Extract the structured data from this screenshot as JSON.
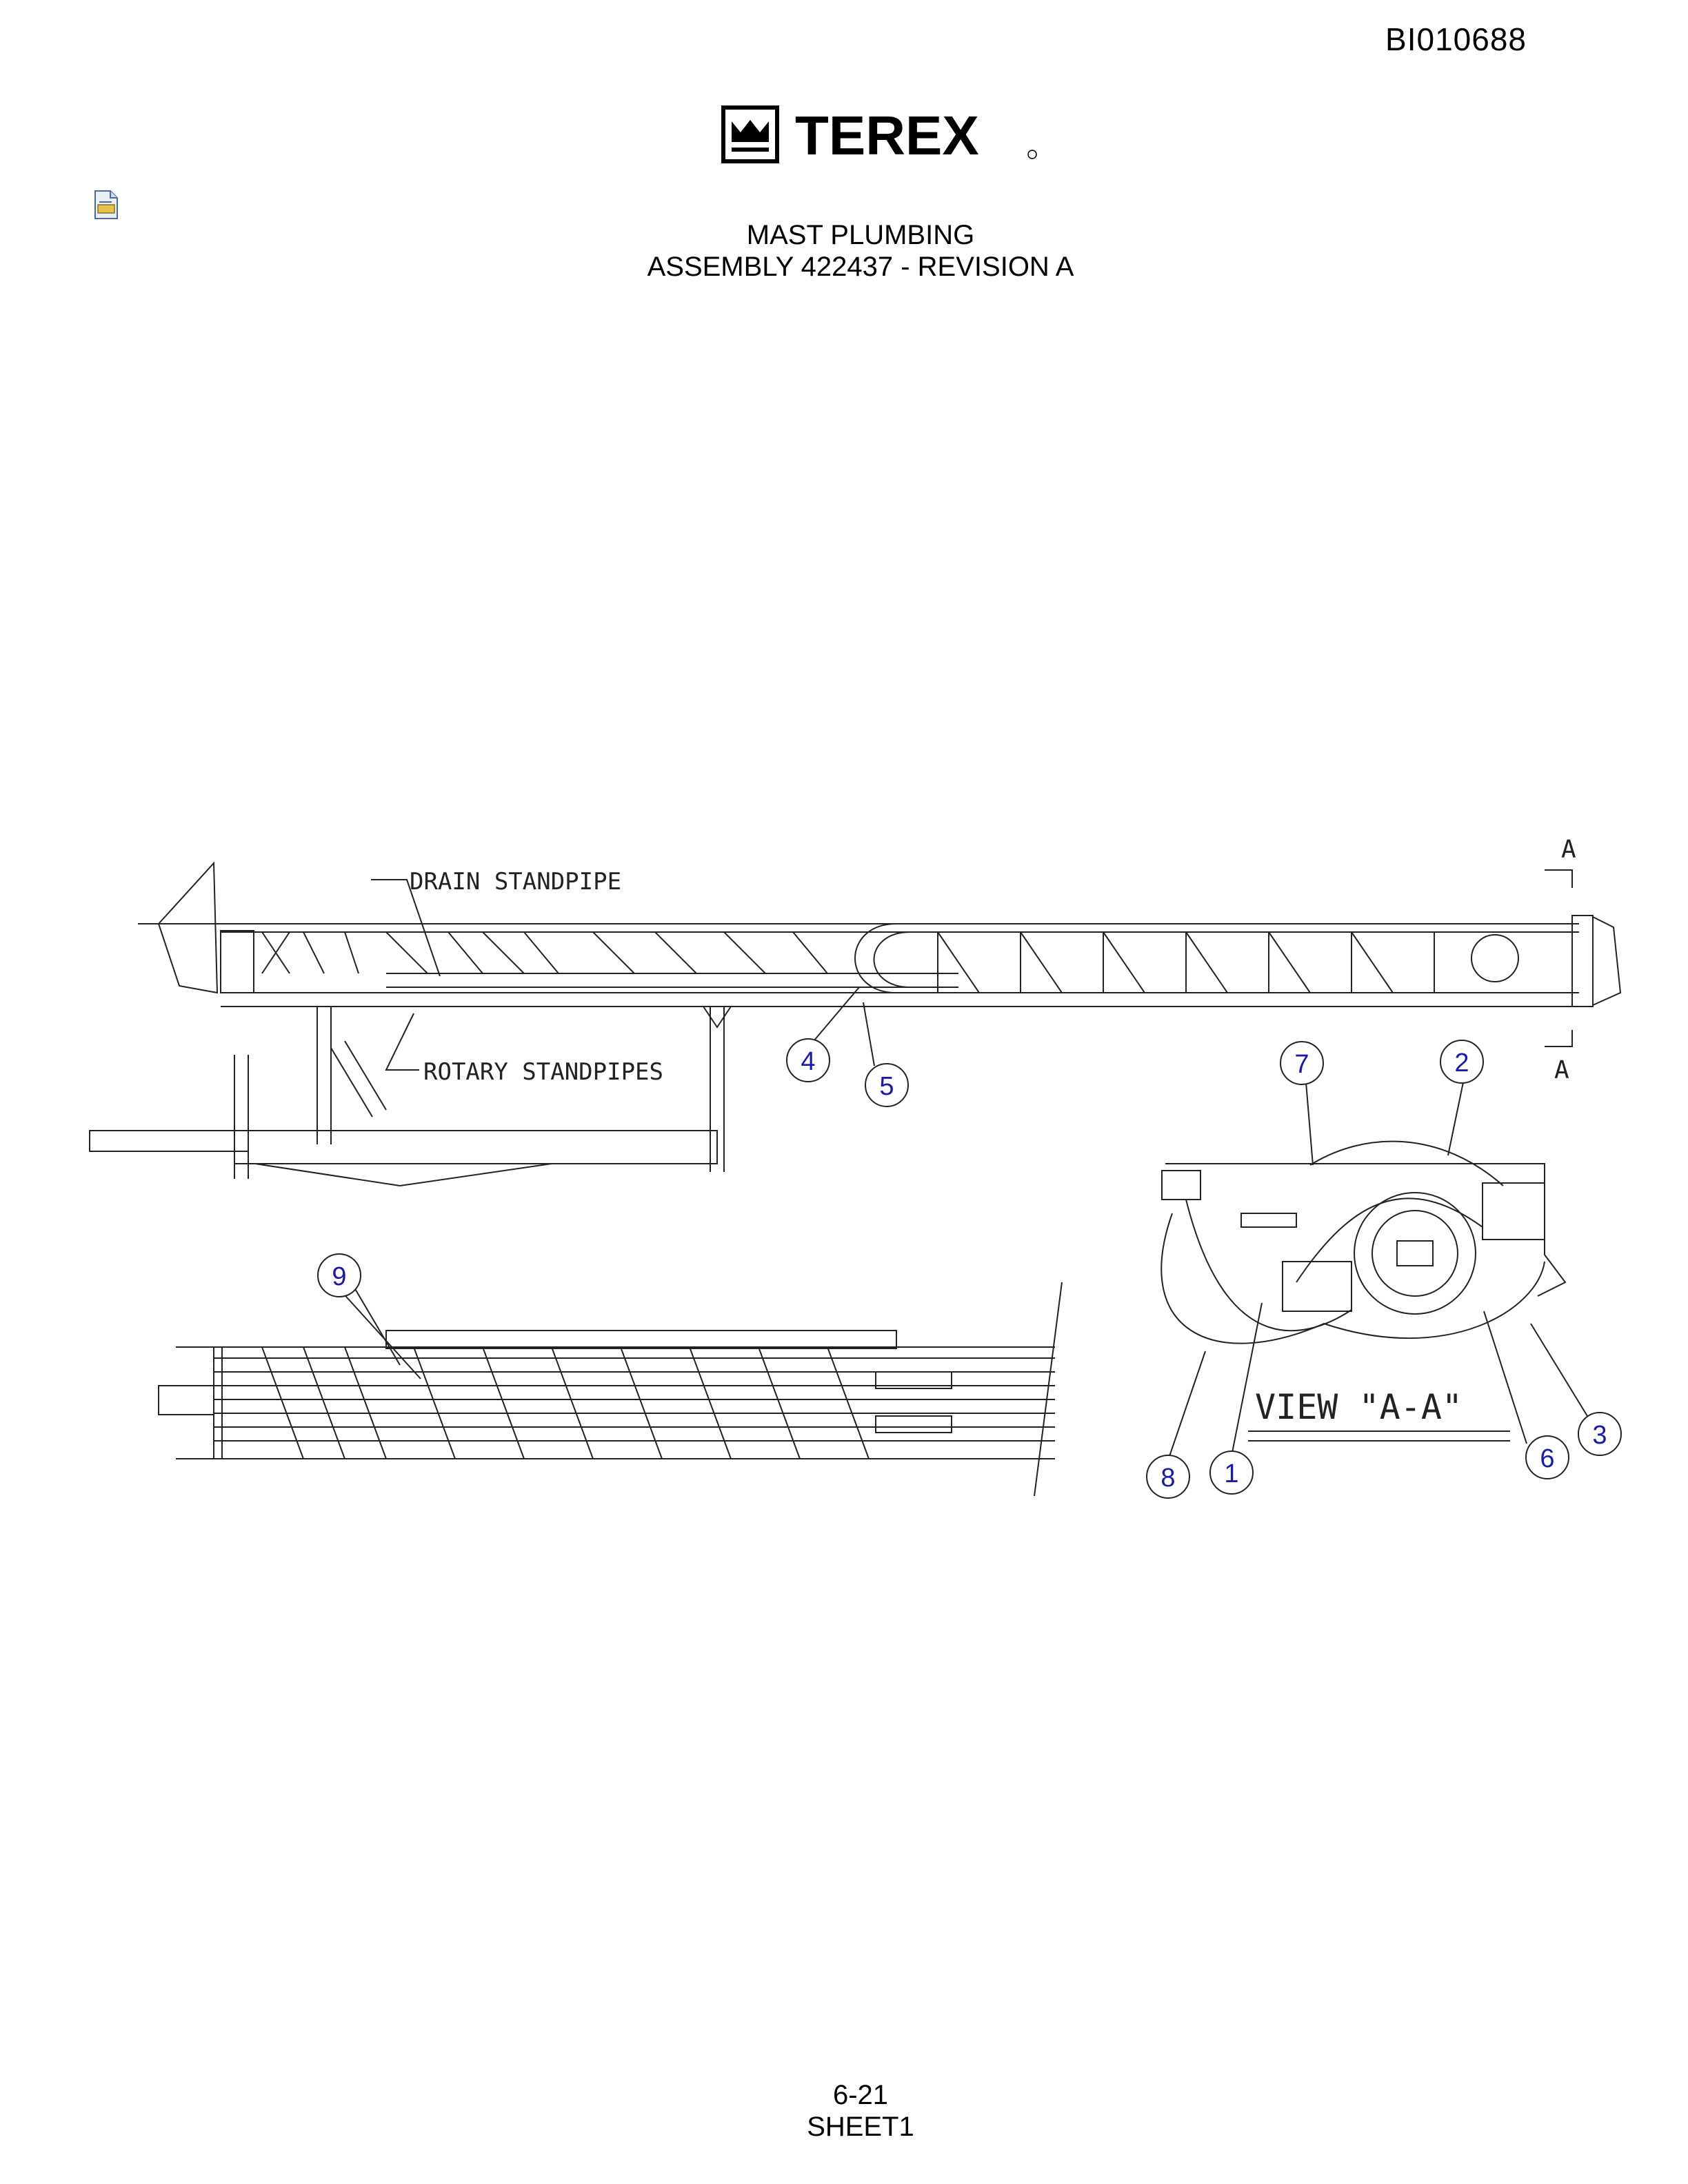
{
  "document": {
    "doc_id": "BI010688",
    "brand": "TEREX",
    "title_line1": "MAST PLUMBING",
    "title_line2": "ASSEMBLY 422437 - REVISION A",
    "page_number": "6-21",
    "sheet": "SHEET1"
  },
  "drawing": {
    "labels": {
      "drain_standpipe": "DRAIN STANDPIPE",
      "rotary_standpipes": "ROTARY STANDPIPES",
      "view": "VIEW \"A-A\"",
      "section_marker": "A"
    },
    "callouts": [
      "1",
      "2",
      "3",
      "4",
      "5",
      "6",
      "7",
      "8",
      "9"
    ]
  },
  "colors": {
    "callout_number": "#1a1aa8",
    "line": "#222222"
  },
  "icons": {
    "attachment": "attachment-icon"
  }
}
